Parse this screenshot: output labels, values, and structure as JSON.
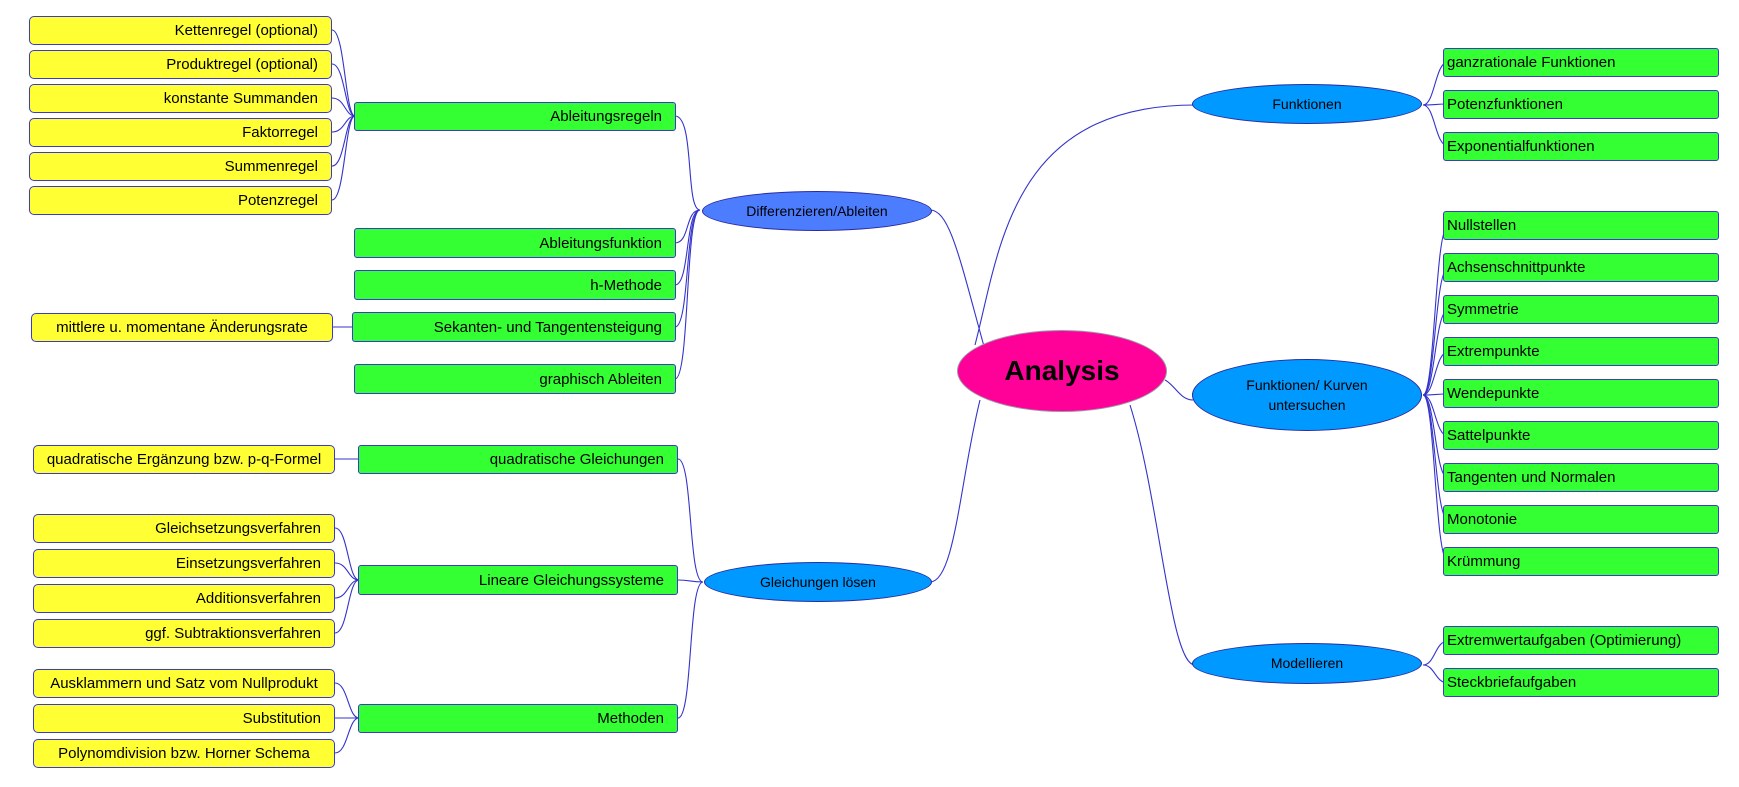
{
  "root": "Analysis",
  "branches": {
    "differenzieren": {
      "label": "Differenzieren/Ableiten",
      "ableitungsregeln": {
        "label": "Ableitungsregeln",
        "items": [
          "Kettenregel (optional)",
          "Produktregel (optional)",
          "konstante Summanden",
          "Faktorregel",
          "Summenregel",
          "Potenzregel"
        ]
      },
      "ableitungsfunktion": "Ableitungsfunktion",
      "h_methode": "h-Methode",
      "sekanten": {
        "label": "Sekanten- und Tangentensteigung",
        "item": "mittlere u. momentane Änderungsrate"
      },
      "graphisch": "graphisch Ableiten"
    },
    "gleichungen": {
      "label": "Gleichungen lösen",
      "quadratisch": {
        "label": "quadratische Gleichungen",
        "item": "quadratische Ergänzung bzw. p-q-Formel"
      },
      "lgs": {
        "label": "Lineare Gleichungssysteme",
        "items": [
          "Gleichsetzungsverfahren",
          "Einsetzungsverfahren",
          "Additionsverfahren",
          "ggf. Subtraktionsverfahren"
        ]
      },
      "methoden": {
        "label": "Methoden",
        "items": [
          "Ausklammern und Satz vom Nullprodukt",
          "Substitution",
          "Polynomdivision bzw. Horner Schema"
        ]
      }
    },
    "funktionen": {
      "label": "Funktionen",
      "items": [
        "ganzrationale Funktionen",
        "Potenzfunktionen",
        "Exponentialfunktionen"
      ]
    },
    "kurven": {
      "label_line1": "Funktionen/ Kurven",
      "label_line2": "untersuchen",
      "items": [
        "Nullstellen",
        "Achsenschnittpunkte",
        "Symmetrie",
        "Extrempunkte",
        "Wendepunkte",
        "Sattelpunkte",
        "Tangenten und Normalen",
        "Monotonie",
        "Krümmung"
      ]
    },
    "modellieren": {
      "label": "Modellieren",
      "items": [
        "Extremwertaufgaben (Optimierung)",
        "Steckbriefaufgaben"
      ]
    }
  },
  "colors": {
    "root": "#ff0099",
    "main_branch": "#0099ff",
    "differenzieren_branch": "#4d7dff",
    "green_node": "#33ff33",
    "yellow_node": "#ffff33",
    "connector": "#3333cc"
  }
}
